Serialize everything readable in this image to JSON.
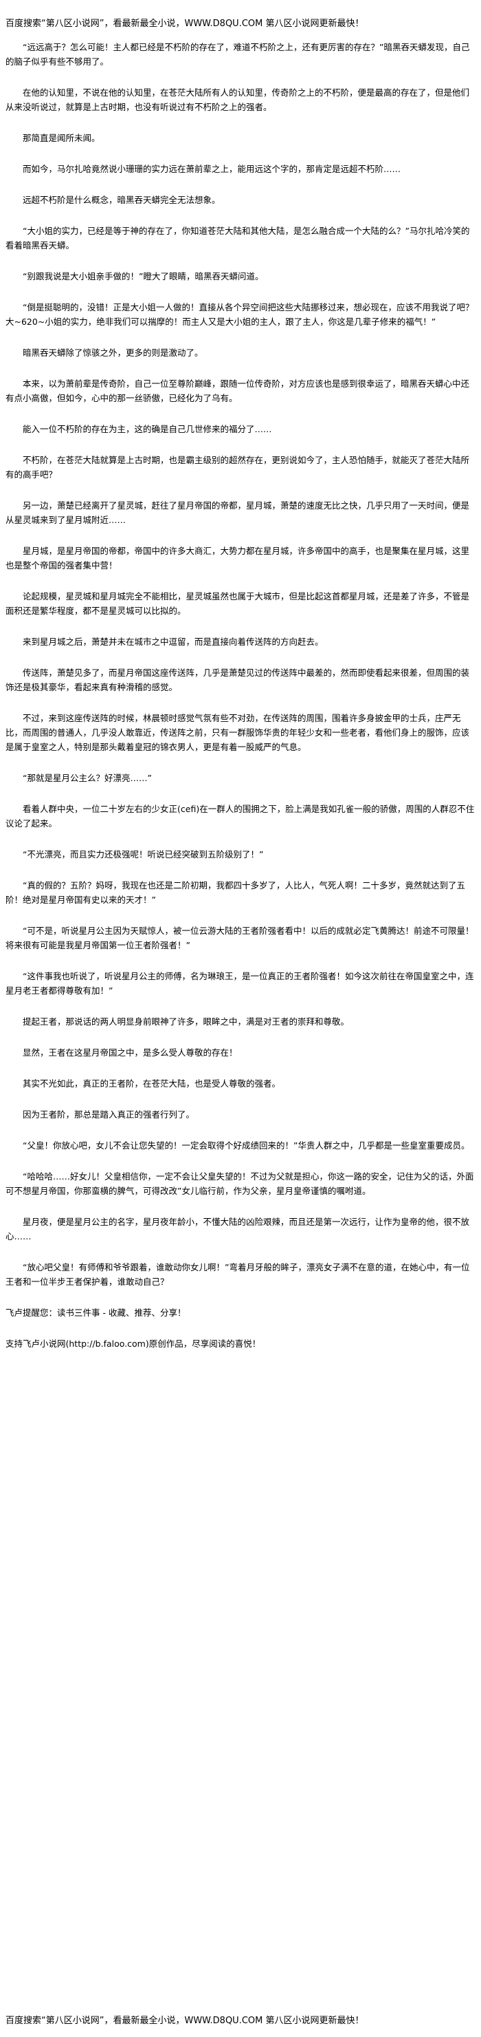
{
  "banner_top": "百度搜索“第八区小说网”，看最新最全小说，WWW.D8QU.COM  第八区小说网更新最快！",
  "banner_bottom": "百度搜索“第八区小说网”，看最新最全小说，WWW.D8QU.COM  第八区小说网更新最快！",
  "paragraphs": [
    "“远远高于？怎么可能！主人都已经是不朽阶的存在了，难道不朽阶之上，还有更厉害的存在？”暗黑吞天蟒发现，自己的脑子似乎有些不够用了。",
    "在他的认知里，不说在他的认知里，在苍茫大陆所有人的认知里，传奇阶之上的不朽阶，便是最高的存在了，但是他们从来没听说过，就算是上古时期，也没有听说过有不朽阶之上的强者。",
    "那简直是闻所未闻。",
    "而如今，马尔扎哈竟然说小珊珊的实力远在萧前辈之上，能用远这个字的，那肯定是远超不朽阶……",
    "远超不朽阶是什么概念，暗黑吞天蟒完全无法想象。",
    "“大小姐的实力，已经是等于神的存在了，你知道苍茫大陆和其他大陆，是怎么融合成一个大陆的么？”马尔扎哈冷笑的看着暗黑吞天蟒。",
    "“别跟我说是大小姐亲手做的！”瞪大了眼睛，暗黑吞天蟒问道。",
    "“倒是挺聪明的，没错！正是大小姐一人做的！直接从各个异空间把这些大陆挪移过来，想必现在，应该不用我说了吧？大~620~小姐的实力，绝非我们可以揣摩的！而主人又是大小姐的主人，跟了主人，你这是几辈子修来的福气！”",
    "暗黑吞天蟒除了惊骇之外，更多的则是激动了。",
    "本来，以为萧前辈是传奇阶，自己一位至尊阶巅峰，跟随一位传奇阶，对方应该也是感到很幸运了，暗黑吞天蟒心中还有点小高傲，但如今，心中的那一丝骄傲，已经化为了乌有。",
    "能入一位不朽阶的存在为主，这的确是自己几世修来的福分了……",
    "不朽阶，在苍茫大陆就算是上古时期，也是霸主级别的超然存在，更别说如今了，主人恐怕随手，就能灭了苍茫大陆所有的高手吧？",
    "另一边，萧楚已经离开了星灵城，赶往了星月帝国的帝都，星月城，萧楚的速度无比之快，几乎只用了一天时间，便是从星灵城来到了星月城附近……",
    "星月城，是星月帝国的帝都，帝国中的许多大商汇，大势力都在星月城，许多帝国中的高手，也是聚集在星月城，这里也是整个帝国的强者集中营！",
    "论起规模，星灵城和星月城完全不能相比，星灵城虽然也属于大城市，但是比起这首都星月城，还是差了许多，不管是面积还是繁华程度，都不是星灵城可以比拟的。",
    "来到星月城之后，萧楚并未在城市之中逗留，而是直接向着传送阵的方向赶去。",
    "传送阵，萧楚见多了，而星月帝国这座传送阵，几乎是萧楚见过的传送阵中最差的，然而即使看起来很差，但周围的装饰还是极其豪华，看起来真有种滑稽的感觉。",
    "不过，来到这座传送阵的时候，林晨顿时感觉气氛有些不对劲，在传送阵的周围，围着许多身披金甲的士兵，庄严无比，而周围的普通人，几乎没人敢靠近，传送阵之前，只有一群服饰华贵的年轻少女和一些老者，看他们身上的服饰，应该是属于皇室之人，特别是那头戴着皇冠的锦衣男人，更是有着一股威严的气息。",
    "“那就是星月公主么？好漂亮……”",
    "看着人群中央，一位二十岁左右的少女正(cefi)在一群人的围拥之下，脸上满是我如孔雀一般的骄傲，周围的人群忍不住议论了起来。",
    "“不光漂亮，而且实力还极强呢！听说已经突破到五阶级别了！”",
    "“真的假的？五阶？妈呀，我现在也还是二阶初期，我都四十多岁了，人比人，气死人啊！二十多岁，竟然就达到了五阶！绝对是星月帝国有史以来的天才！”",
    "“可不是，听说星月公主因为天赋惊人，被一位云游大陆的王者阶强者看中！以后的成就必定飞黄腾达！前途不可限量！将来很有可能是我星月帝国第一位王者阶强者！”",
    "“这件事我也听说了，听说星月公主的师傅，名为琳琅王，是一位真正的王者阶强者！如今这次前往在帝国皇室之中，连星月老王者都得尊敬有加！”",
    "提起王者，那说话的两人明显身前眼神了许多，眼眸之中，满是对王者的崇拜和尊敬。",
    "显然，王者在这星月帝国之中，是多么受人尊敬的存在！",
    "其实不光如此，真正的王者阶，在苍茫大陆，也是受人尊敬的强者。",
    "因为王者阶，那总是踏入真正的强者行列了。",
    "“父皇！你放心吧，女儿不会让您失望的！一定会取得个好成绩回来的！”华贵人群之中，几乎都是一些皇室重要成员。",
    "“哈哈哈……好女儿！父皇相信你，一定不会让父皇失望的！不过为父就是担心，你这一路的安全，记住为父的话，外面可不想星月帝国，你那蛮横的脾气，可得改改”女儿临行前，作为父亲，星月皇帝谨慎的嘱咐道。",
    "星月夜，便是星月公主的名字，星月夜年龄小，不懂大陆的凶险艰辣，而且还是第一次远行，让作为皇帝的他，很不放心……",
    "“放心吧父皇！有师傅和爷爷跟着，谁敢动你女儿啊！”弯着月牙般的眸子，漂亮女子满不在意的道，在她心中，有一位王者和一位半步王者保护着，谁敢动自己？",
    "飞卢提醒您：读书三件事 - 收藏、推荐、分享！",
    "支持飞卢小说网(http://b.faloo.com)原创作品，尽享阅读的喜悦！"
  ]
}
